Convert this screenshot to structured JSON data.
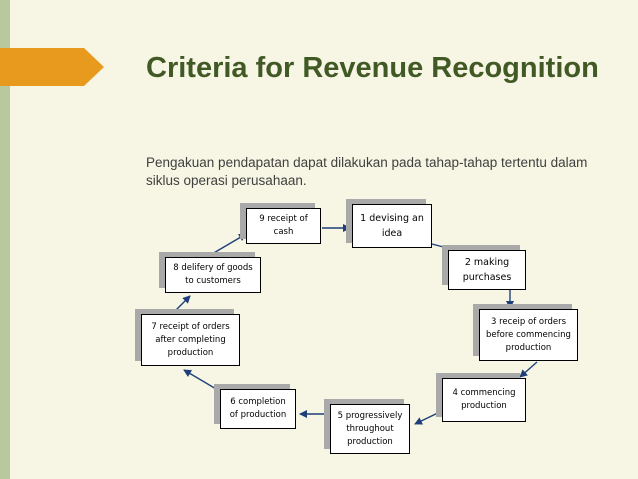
{
  "title": "Criteria for Revenue Recognition",
  "subtitle": "Pengakuan pendapatan dapat dilakukan pada tahap-tahap tertentu dalam siklus operasi perusahaan.",
  "steps": [
    {
      "id": 1,
      "label": "1 devising an\nidea"
    },
    {
      "id": 2,
      "label": "2 making\npurchases"
    },
    {
      "id": 3,
      "label": "3 receip of orders\nbefore commencing\nproduction"
    },
    {
      "id": 4,
      "label": "4 commencing\nproduction"
    },
    {
      "id": 5,
      "label": "5 progressively\nthroughout\nproduction"
    },
    {
      "id": 6,
      "label": "6 completion\nof production"
    },
    {
      "id": 7,
      "label": "7 receipt of orders\nafter completing\nproduction"
    },
    {
      "id": 8,
      "label": "8 delifery of goods\nto customers"
    },
    {
      "id": 9,
      "label": "9 receipt of\ncash"
    }
  ],
  "colors": {
    "title": "#415a25",
    "accent": "#e89a1f",
    "background": "#f7f5e3"
  }
}
